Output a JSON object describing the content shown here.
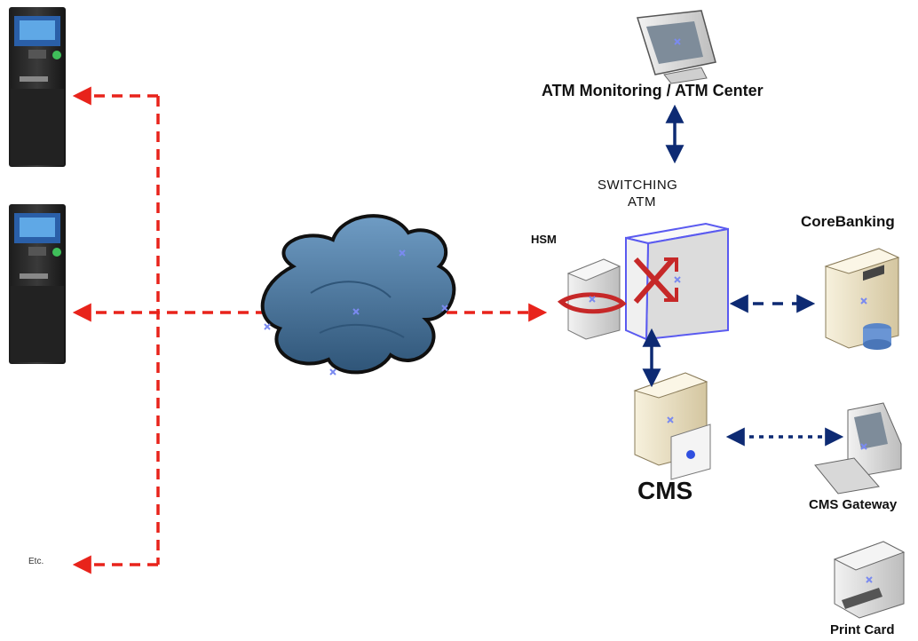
{
  "labels": {
    "atm_monitoring": "ATM Monitoring / ATM Center",
    "switching_line1": "SWITCHING",
    "switching_line2": "ATM",
    "hsm": "HSM",
    "core_banking": "CoreBanking",
    "cms": "CMS",
    "cms_gateway": "CMS Gateway",
    "print_card": "Print Card",
    "etc": "Etc."
  },
  "colors": {
    "network_link": "#e8231b",
    "internal_link": "#0d2a73",
    "cloud_fill": "#4d7ba6",
    "switch_border": "#5a5af0",
    "server_beige": "#e9dfc3"
  }
}
